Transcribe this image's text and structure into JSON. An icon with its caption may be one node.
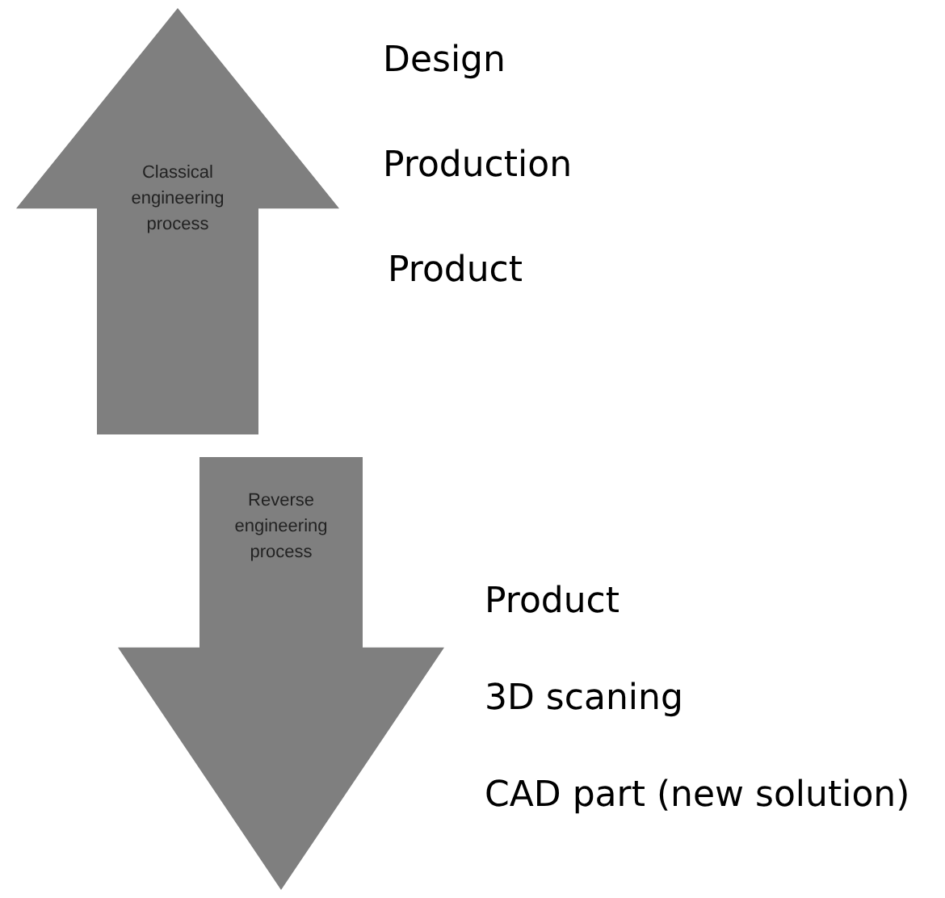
{
  "diagram": {
    "nodes": [
      {
        "text": [
          "Classical engineering process"
        ]
      },
      {
        "text": [
          "Reverse engineering process"
        ]
      }
    ],
    "edges": [],
    "labels": [
      "Design",
      "Production",
      "Product",
      "Product",
      "3D scaning",
      "CAD part (new solution)"
    ]
  }
}
